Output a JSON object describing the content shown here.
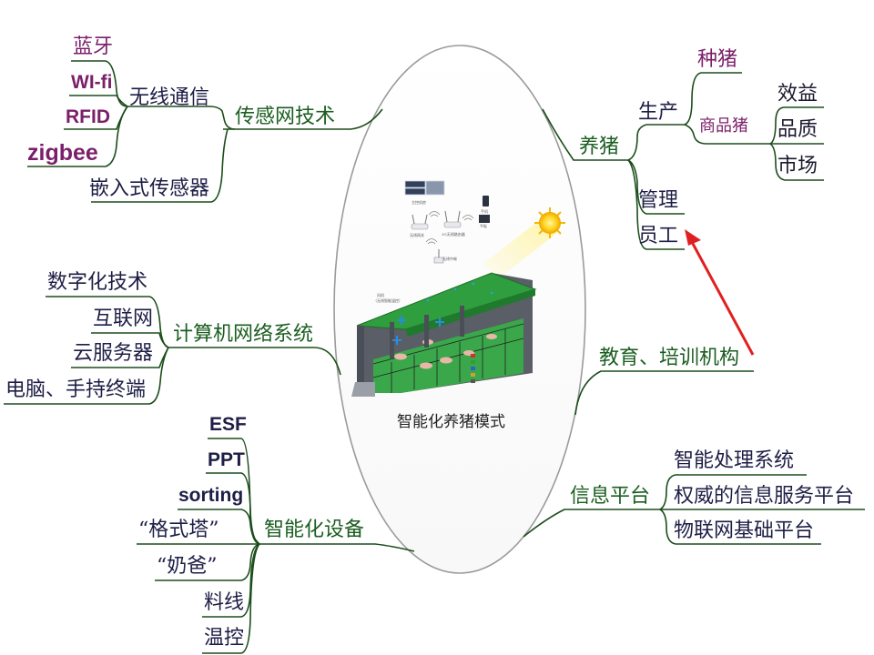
{
  "center": {
    "caption": "智能化养猪模式"
  },
  "sensor": {
    "title": "传感网技术",
    "wireless": {
      "title": "无线通信",
      "items": [
        "蓝牙",
        "WI-fi",
        "RFID",
        "zigbee"
      ]
    },
    "embedded": "嵌入式传感器"
  },
  "network": {
    "title": "计算机网络系统",
    "items": [
      "数字化技术",
      "互联网",
      "云服务器",
      "电脑、手持终端"
    ]
  },
  "devices": {
    "title": "智能化设备",
    "items": [
      "ESF",
      "PPT",
      "sorting",
      "“格式塔”",
      "“奶爸”",
      "料线",
      "温控"
    ]
  },
  "pig": {
    "title": "养猪",
    "production": {
      "title": "生产",
      "breeding": "种猪",
      "commercial": {
        "title": "商品猪",
        "items": [
          "效益",
          "品质",
          "市场"
        ]
      }
    },
    "management": "管理",
    "staff": "员工"
  },
  "education": "教育、培训机构",
  "info": {
    "title": "信息平台",
    "items": [
      "智能处理系统",
      "权威的信息服务平台",
      "物联网基础平台"
    ]
  },
  "colors": {
    "green": "#1b5e20",
    "purple": "#7b1f6a",
    "arrow": "#e02020",
    "roof": "#2e9e3e"
  }
}
